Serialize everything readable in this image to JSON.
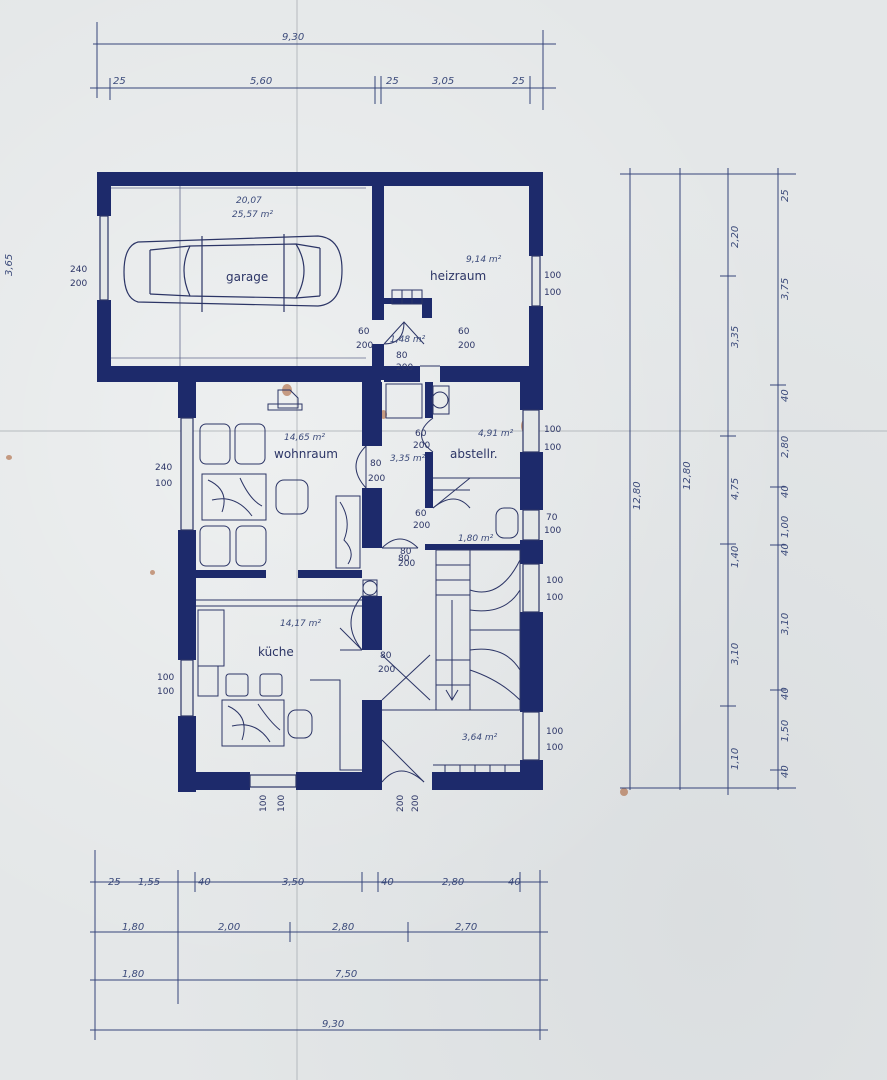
{
  "rooms": {
    "garage": {
      "label": "garage",
      "area_a": "20,07",
      "area_b": "25,57 m²"
    },
    "heizraum": {
      "label": "heizraum",
      "area": "9,14 m²"
    },
    "wohnraum": {
      "label": "wohnraum",
      "area": "14,65 m²"
    },
    "abstellr": {
      "label": "abstellr.",
      "area": "4,91 m²"
    },
    "kueche": {
      "label": "küche",
      "area": "14,17 m²"
    },
    "flur": {
      "area": "3,64 m²"
    },
    "landing": {
      "area": "1,80 m²"
    },
    "vestibule": {
      "area": "1,48 m²"
    },
    "wohn_small": {
      "area": "3,35 m²"
    }
  },
  "dimensions": {
    "top_total": "9,30",
    "top_row": [
      "25",
      "5,60",
      "25",
      "3,05",
      "25"
    ],
    "bottom_row1": [
      "25",
      "1,55",
      "40",
      "3,50",
      "40",
      "2,80",
      "40"
    ],
    "bottom_row2": [
      "1,80",
      "2,00",
      "2,80",
      "2,70"
    ],
    "bottom_row3": [
      "1,80",
      "7,50"
    ],
    "bottom_total": "9,30",
    "right_inner": [
      "25",
      "3,75",
      "40",
      "2,80",
      "40",
      "1,00",
      "40",
      "3,10",
      "40",
      "1,50",
      "40"
    ],
    "right_mid": [
      "2,20",
      "3,35",
      "4,75",
      "1,40",
      "3,10",
      "1,10"
    ],
    "right_outer": "12,80",
    "right_outer2": "12,80",
    "left_edge": "3,65"
  },
  "openings": {
    "garage_window": [
      "240",
      "200"
    ],
    "heiz_window": [
      "100",
      "100"
    ],
    "heiz_door_l": [
      "60",
      "200"
    ],
    "heiz_door_r": [
      "60",
      "200"
    ],
    "heiz_door_b": [
      "80",
      "200"
    ],
    "wohn_window": [
      "240",
      "100"
    ],
    "wohn_door": [
      "80",
      "200"
    ],
    "abst_door": [
      "60",
      "200"
    ],
    "abst_door2": [
      "60",
      "200"
    ],
    "abst_window": [
      "100",
      "100"
    ],
    "wc_window": [
      "70",
      "100"
    ],
    "stair_window": [
      "100",
      "100"
    ],
    "stair_door": [
      "80",
      "200"
    ],
    "kueche_door": [
      "80",
      "200"
    ],
    "kueche_window_l": [
      "100",
      "100"
    ],
    "kueche_window_b": [
      "100",
      "100"
    ],
    "flur_window": [
      "100",
      "100"
    ],
    "entry_door": [
      "200",
      "200"
    ],
    "hall_door": [
      "80",
      "200"
    ]
  }
}
